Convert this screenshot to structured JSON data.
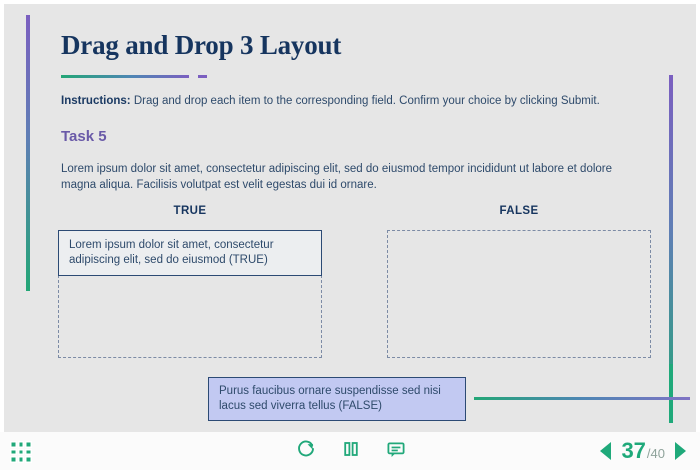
{
  "slide": {
    "title": "Drag and Drop 3 Layout",
    "instructions_lead": "Instructions:",
    "instructions_text": " Drag and drop each item to the corresponding field. Confirm your choice by clicking Submit.",
    "task_heading": "Task 5",
    "body_text": "Lorem ipsum dolor sit amet, consectetur adipiscing elit, sed do eiusmod tempor incididunt ut labore et dolore magna aliqua. Facilisis volutpat est velit egestas dui id ornare."
  },
  "dropzones": [
    {
      "label": "TRUE",
      "name": "dropzone-true",
      "dropped_item": "Lorem ipsum dolor sit amet, consectetur adipiscing elit, sed do eiusmod (TRUE)"
    },
    {
      "label": "FALSE",
      "name": "dropzone-false",
      "dropped_item": ""
    }
  ],
  "draggable_items": [
    {
      "text": "Purus faucibus ornare suspendisse sed nisi lacus sed viverra tellus (FALSE)"
    }
  ],
  "toolbar": {
    "menu_icon": "grid-menu-icon",
    "replay_icon": "replay-icon",
    "pause_icon": "pause-icon",
    "notes_icon": "speech-bubble-icon",
    "prev_icon": "previous-slide-arrow-icon",
    "next_icon": "next-slide-arrow-icon",
    "page_current": "37",
    "page_total": "/40"
  },
  "colors": {
    "accent_green": "#21a87a",
    "accent_purple": "#7b5fc0",
    "navy": "#16355f",
    "body_text": "#2e4a6b",
    "task_heading": "#6a5aa8",
    "stage_bg": "#e6e6e6",
    "drag_item_bg": "#c2c9f2"
  }
}
